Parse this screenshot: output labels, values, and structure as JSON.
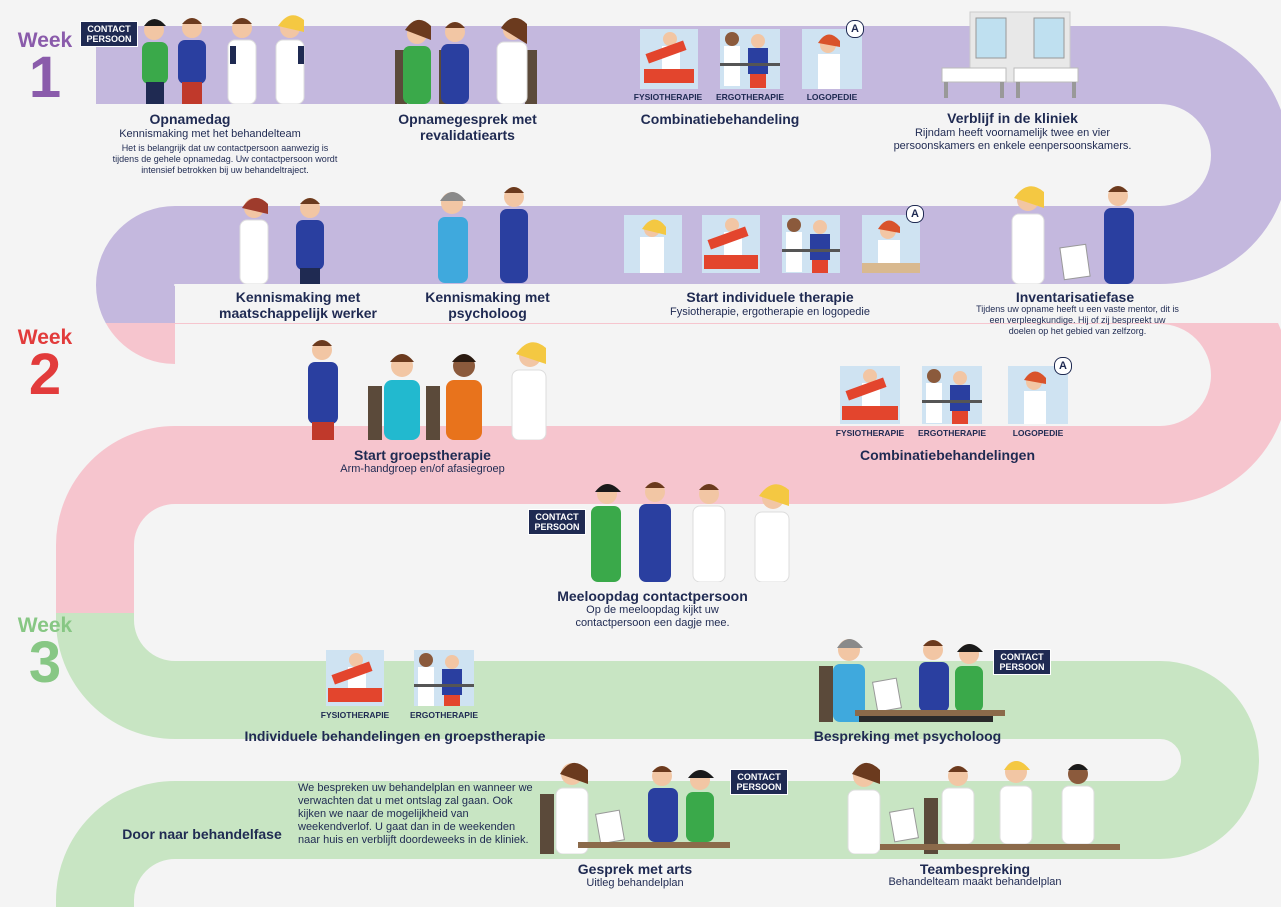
{
  "weeks": [
    {
      "word": "Week",
      "number": "1",
      "color": "#8a5bab"
    },
    {
      "word": "Week",
      "number": "2",
      "color": "#e23b3b"
    },
    {
      "word": "Week",
      "number": "3",
      "color": "#87c784"
    }
  ],
  "band_colors": {
    "week1": "#c4b8de",
    "week2": "#f6c5ce",
    "week3": "#c8e5c3",
    "text": "#1f2a52"
  },
  "badge_label": "CONTACT PERSOON",
  "therapies": {
    "fysio": "FYSIOTHERAPIE",
    "ergo": "ERGOTHERAPIE",
    "logo": "LOGOPEDIE",
    "logo_mark": "A"
  },
  "steps": {
    "opnamedag": {
      "title": "Opnamedag",
      "sub": "Kennismaking met het behandelteam",
      "note": "Het is belangrijk dat uw contactpersoon aanwezig is tijdens de gehele opnamedag. Uw contactpersoon wordt intensief betrokken bij uw behandeltraject."
    },
    "opnamegesprek": {
      "title": "Opnamegesprek met revalidatiearts"
    },
    "combinatie1": {
      "title": "Combinatiebehandeling"
    },
    "verblijf": {
      "title": "Verblijf in de kliniek",
      "sub": "Rijndam heeft voornamelijk twee en vier persoonskamers en enkele eenpersoonskamers."
    },
    "maatschappelijk": {
      "title": "Kennismaking met maatschappelijk werker"
    },
    "psycholoog": {
      "title": "Kennismaking met psycholoog"
    },
    "individuele": {
      "title": "Start individuele therapie",
      "sub": "Fysiotherapie, ergotherapie en logopedie"
    },
    "inventarisatie": {
      "title": "Inventarisatiefase",
      "sub": "Tijdens uw opname heeft u een vaste mentor, dit is een verpleegkundige. Hij of zij bespreekt uw doelen op het gebied van zelfzorg."
    },
    "groeps": {
      "title": "Start groepstherapie",
      "sub": "Arm-handgroep en/of afasiegroep"
    },
    "combinatie2": {
      "title": "Combinatiebehandelingen"
    },
    "meeloop": {
      "title": "Meeloopdag contactpersoon",
      "sub": "Op de meeloopdag kijkt uw contactpersoon een dagje mee."
    },
    "indiv_groep": {
      "title": "Individuele behandelingen en groepstherapie"
    },
    "bespreking": {
      "title": "Bespreking met psycholoog"
    },
    "door": {
      "title": "Door naar behandelfase",
      "note": "We bespreken uw behandelplan en wanneer we verwachten dat u met ontslag zal gaan. Ook kijken we naar de mogelijkheid van weekendverlof. U gaat dan in de weekenden naar huis en verblijft doordeweeks in de kliniek."
    },
    "arts": {
      "title": "Gesprek met arts",
      "sub": "Uitleg behandelplan"
    },
    "team": {
      "title": "Teambespreking",
      "sub": "Behandelteam maakt behandelplan"
    }
  }
}
